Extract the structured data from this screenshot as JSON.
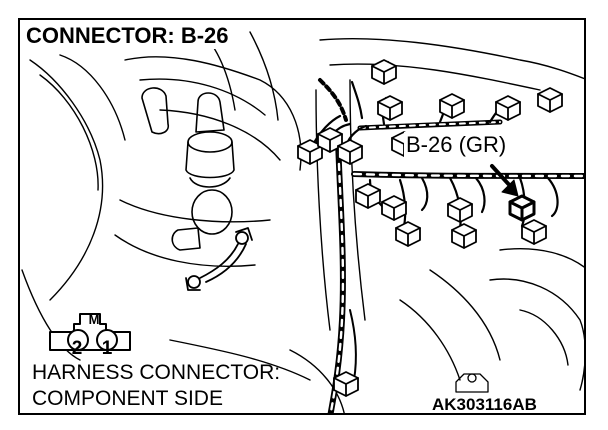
{
  "title": "CONNECTOR: B-26",
  "callout": "B-26 (GR)",
  "caption": {
    "line1": "HARNESS CONNECTOR:",
    "line2": "COMPONENT SIDE"
  },
  "figure_code": "AK303116AB",
  "connector_face": {
    "key": "M",
    "pins": [
      "2",
      "1"
    ]
  },
  "colors": {
    "ink": "#000000",
    "background": "#ffffff"
  }
}
